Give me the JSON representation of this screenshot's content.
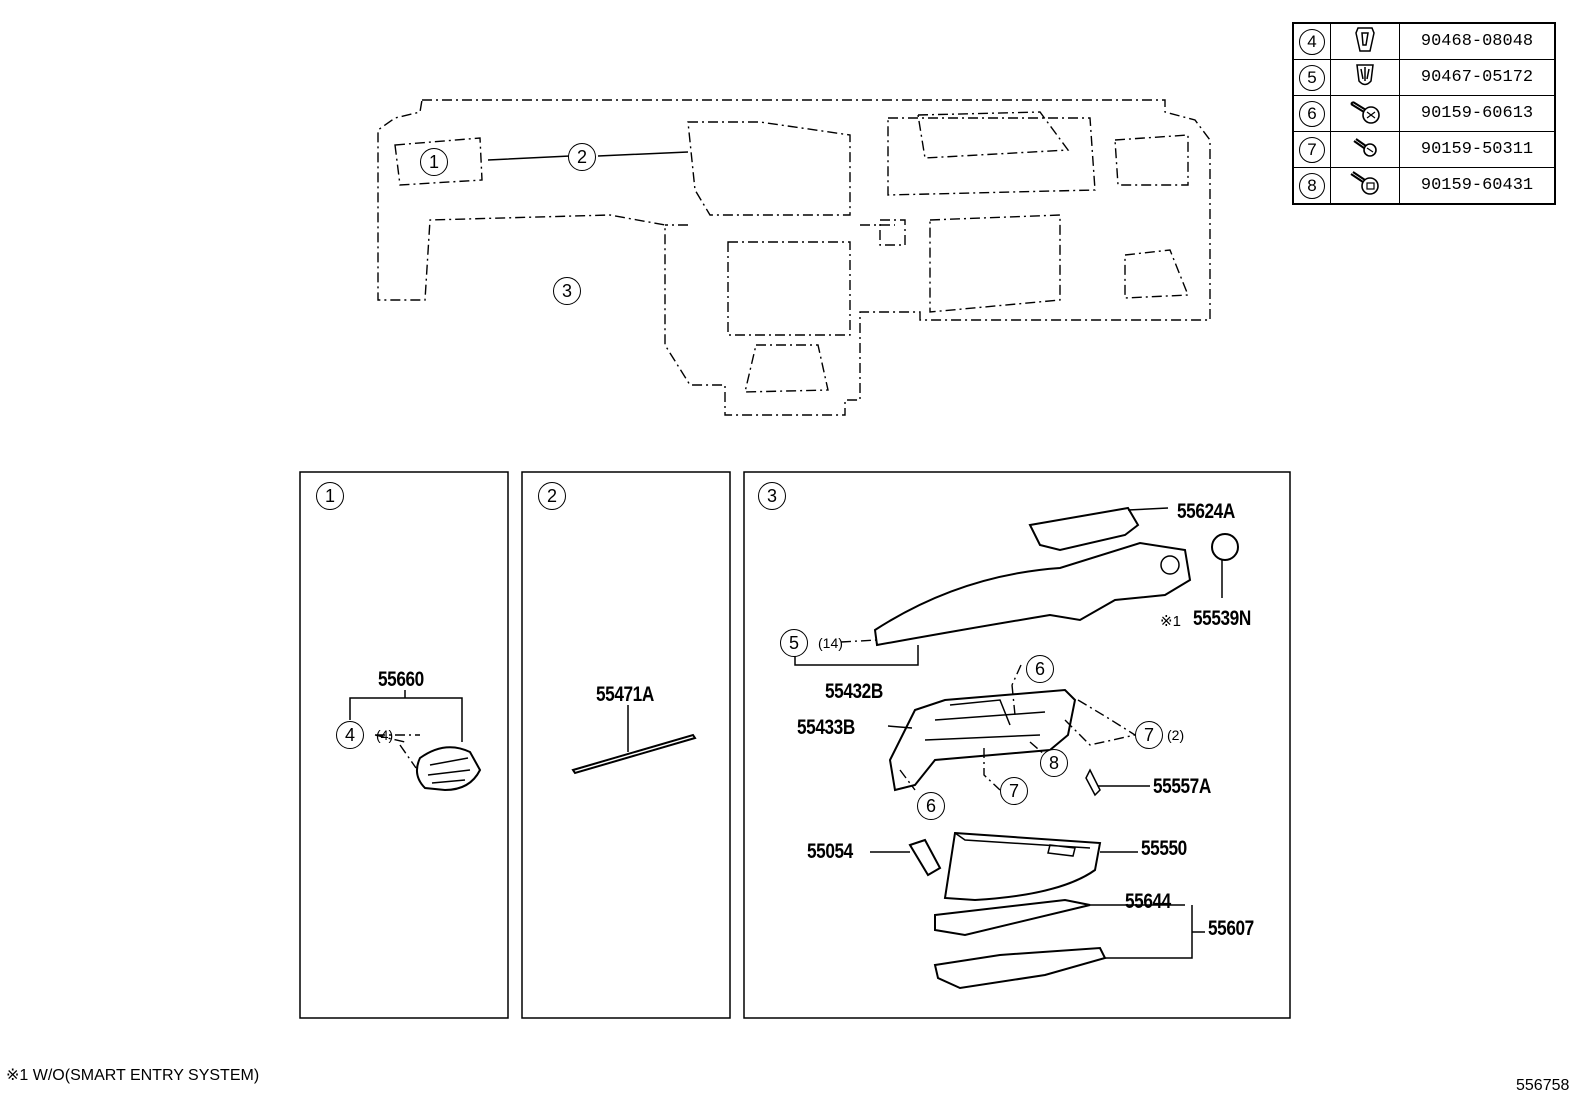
{
  "fastener_table": [
    {
      "ref": "4",
      "part_number": "90468-08048",
      "icon": "clip-icon"
    },
    {
      "ref": "5",
      "part_number": "90467-05172",
      "icon": "clip-icon"
    },
    {
      "ref": "6",
      "part_number": "90159-60613",
      "icon": "screw-icon"
    },
    {
      "ref": "7",
      "part_number": "90159-50311",
      "icon": "screw-icon"
    },
    {
      "ref": "8",
      "part_number": "90159-60431",
      "icon": "screw-icon"
    }
  ],
  "overview": {
    "callout_1": "1",
    "callout_2": "2",
    "callout_3": "3"
  },
  "panel1": {
    "number": "1",
    "part": "55660",
    "fastener_ref": "4",
    "fastener_qty": "(4)"
  },
  "panel2": {
    "number": "2",
    "part": "55471A"
  },
  "panel3": {
    "number": "3",
    "parts": {
      "p55624A": "55624A",
      "p55539N": "55539N",
      "p55539N_mark": "※1",
      "p55432B": "55432B",
      "p55433B": "55433B",
      "p55557A": "55557A",
      "p55054": "55054",
      "p55550": "55550",
      "p55644": "55644",
      "p55607": "55607"
    },
    "callouts": {
      "c5": "5",
      "c5_qty": "(14)",
      "c6_top": "6",
      "c6_bottom": "6",
      "c7_right": "7",
      "c7_right_qty": "(2)",
      "c7_bottom": "7",
      "c8": "8"
    }
  },
  "footnote": "※1 W/O(SMART ENTRY SYSTEM)",
  "figure_id": "556758"
}
